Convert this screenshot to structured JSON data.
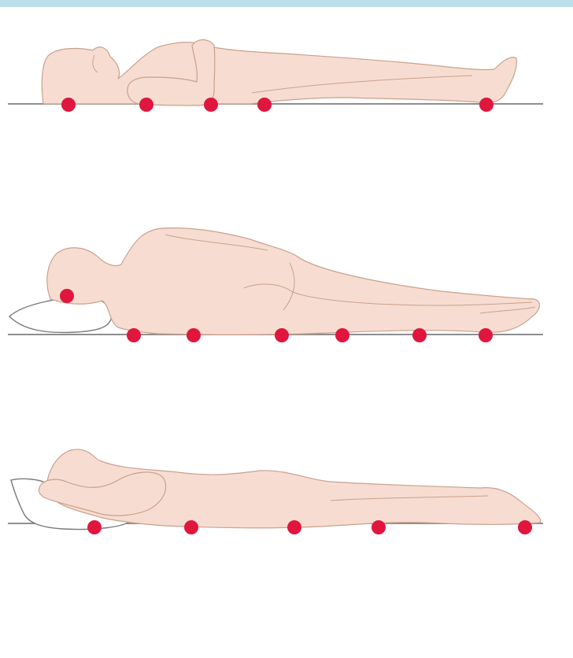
{
  "colors": {
    "band": "#b9dfe8",
    "skin": "#f7ddd1",
    "outline": "#c9a08d",
    "surface": "#8e8e8e",
    "pillow_fill": "#ffffff",
    "pillow_line": "#7a7a7a",
    "pressure_point": "#e0163e"
  },
  "scenes": [
    {
      "posture": "supine",
      "pressure_point_count": 5
    },
    {
      "posture": "side-lying",
      "pressure_point_count": 7
    },
    {
      "posture": "prone",
      "pressure_point_count": 5
    }
  ]
}
